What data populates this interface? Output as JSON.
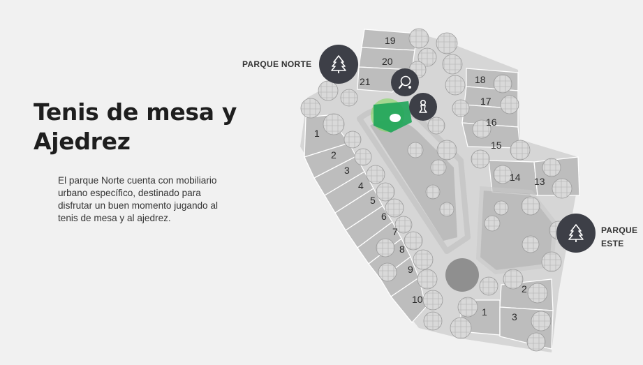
{
  "heading": {
    "title_line1": "Tenis de mesa y",
    "title_line2": "Ajedrez"
  },
  "description": {
    "text": "El parque Norte cuenta con mobiliario urbano específico, destinado para disfrutar un buen momento jugando al tenis de mesa y al ajedrez."
  },
  "map": {
    "parque_norte": {
      "label": "PARQUE NORTE",
      "icon": "tree-icon"
    },
    "parque_este": {
      "label_line1": "PARQUE",
      "label_line2": "ESTE",
      "icon": "tree-icon"
    },
    "tenis_icon": "ping-pong-icon",
    "ajedrez_icon": "chess-pawn-icon",
    "plots": {
      "p19": "19",
      "p20": "20",
      "p21": "21",
      "p18": "18",
      "p17": "17",
      "p16": "16",
      "p15": "15",
      "p14": "14",
      "p13": "13",
      "p1": "1",
      "p2": "2",
      "p3": "3",
      "p4": "4",
      "p5": "5",
      "p6": "6",
      "p7": "7",
      "p8": "8",
      "p9": "9",
      "p10": "10",
      "pb1": "1",
      "pb2": "2",
      "pb3": "3"
    },
    "colors": {
      "background": "#f1f1f1",
      "lot": "#b9b9b9",
      "path": "#d3d3d3",
      "green_area": "#9a9a9a",
      "highlight": "#1fa55a",
      "pin": "#3d3f47"
    }
  }
}
